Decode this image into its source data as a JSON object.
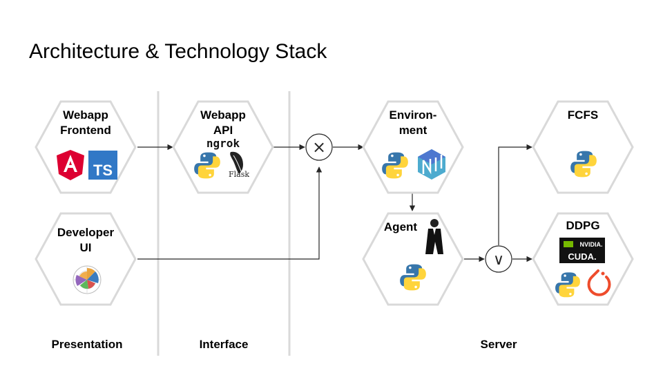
{
  "title": "Architecture & Technology Stack",
  "columns": {
    "presentation": "Presentation",
    "interface": "Interface",
    "server": "Server"
  },
  "nodes": {
    "webapp_frontend": {
      "line1": "Webapp",
      "line2": "Frontend",
      "icons": [
        "angular-icon",
        "typescript-icon"
      ]
    },
    "developer_ui": {
      "line1": "Developer",
      "line2": "UI",
      "icons": [
        "polar-chart-icon"
      ]
    },
    "webapp_api": {
      "line1": "Webapp",
      "line2": "API",
      "logo_text": "ngrok",
      "flask_text": "Flask",
      "icons": [
        "ngrok-logo",
        "python-icon",
        "flask-icon"
      ]
    },
    "environment": {
      "line1": "Environ-",
      "line2": "ment",
      "icons": [
        "python-icon",
        "numpy-icon"
      ]
    },
    "agent": {
      "line1": "Agent",
      "icons": [
        "agent-person-icon",
        "python-icon"
      ]
    },
    "fcfs": {
      "line1": "FCFS",
      "icons": [
        "python-icon"
      ]
    },
    "ddpg": {
      "line1": "DDPG",
      "nvidia_text": "NVIDIA.",
      "cuda_text": "CUDA.",
      "icons": [
        "nvidia-cuda-logo",
        "python-icon",
        "pytorch-icon"
      ]
    }
  },
  "junctions": {
    "and": {
      "symbol": "×"
    },
    "or": {
      "symbol": "∨"
    }
  },
  "colors": {
    "hex_stroke": "#d9d9d9",
    "divider": "#d9d9d9",
    "arrow": "#262626",
    "angular": "#dd0031",
    "typescript": "#3178c6",
    "python_blue": "#3776ab",
    "python_yellow": "#ffd43b",
    "numpy": "#4dabcf",
    "nvidia_green": "#76b900",
    "pytorch": "#ee4c2c"
  }
}
